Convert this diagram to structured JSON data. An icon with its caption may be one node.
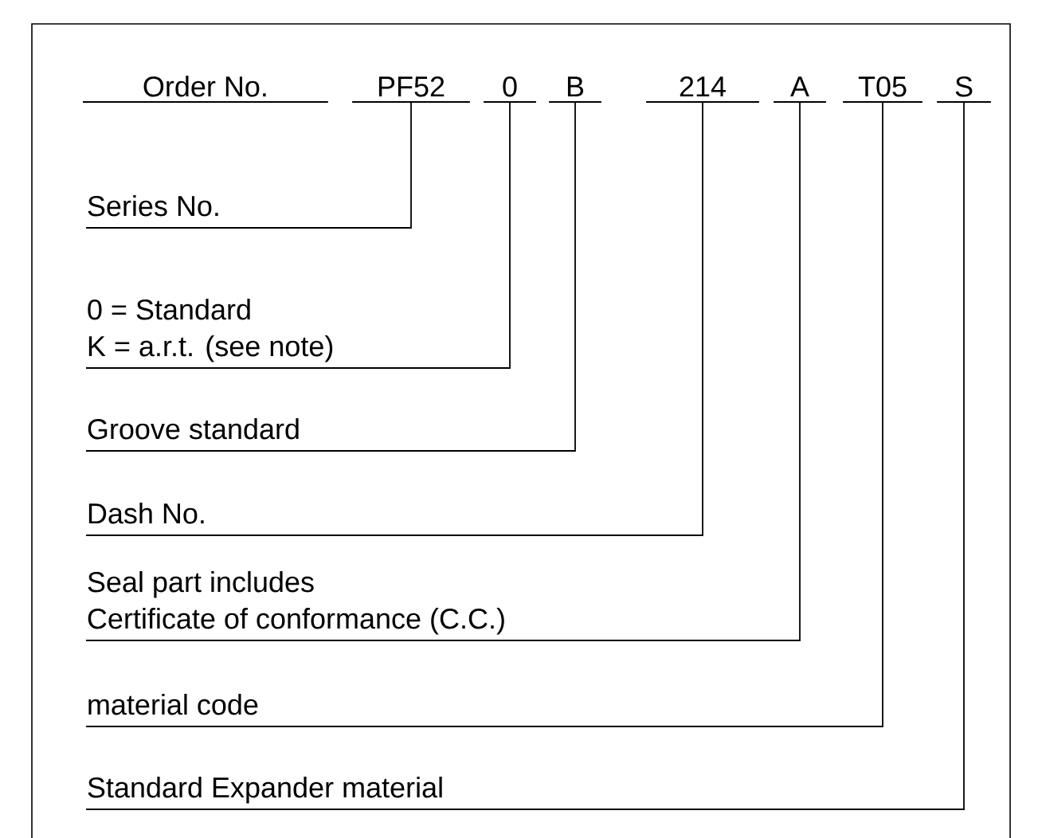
{
  "diagram": {
    "nodes": [
      {
        "text": [
          "PF52"
        ]
      },
      {
        "text": [
          "0"
        ]
      },
      {
        "text": [
          "B"
        ]
      },
      {
        "text": [
          "214"
        ]
      },
      {
        "text": [
          "A"
        ]
      },
      {
        "text": [
          "T05"
        ]
      },
      {
        "text": [
          "S"
        ]
      },
      {
        "text": [
          "Series No."
        ]
      },
      {
        "text": [
          "0 = Standard",
          "K = a.r.t. (see note)"
        ]
      },
      {
        "text": [
          "Groove standard"
        ]
      },
      {
        "text": [
          "Dash No."
        ]
      },
      {
        "text": [
          "Seal part includes",
          "Certificate of conformance (C.C.)"
        ]
      },
      {
        "text": [
          "material code"
        ]
      },
      {
        "text": [
          "Standard Expander material"
        ]
      }
    ],
    "edges": [
      {
        "from": 0,
        "to": 7,
        "arrow": "none"
      },
      {
        "from": 1,
        "to": 8,
        "arrow": "none"
      },
      {
        "from": 2,
        "to": 9,
        "arrow": "none"
      },
      {
        "from": 3,
        "to": 10,
        "arrow": "none"
      },
      {
        "from": 4,
        "to": 11,
        "arrow": "none"
      },
      {
        "from": 5,
        "to": 12,
        "arrow": "none"
      },
      {
        "from": 6,
        "to": 13,
        "arrow": "none"
      }
    ],
    "labels": [
      "Order No."
    ]
  }
}
